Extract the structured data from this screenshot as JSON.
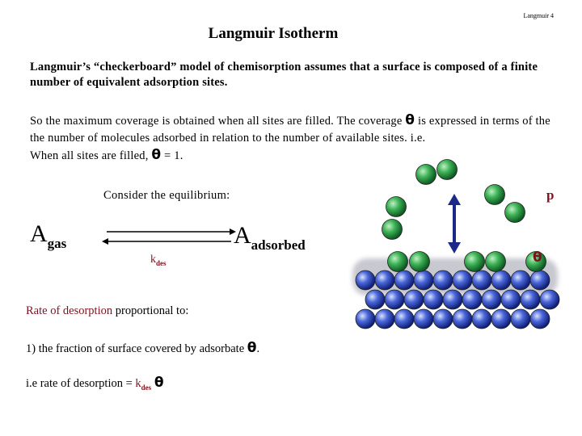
{
  "slide_number": "Langmuir 4",
  "title": "Langmuir Isotherm",
  "intro": "Langmuir’s “checkerboard” model of chemisorption assumes that a surface is composed of a finite number of equivalent adsorption sites.",
  "coverage": {
    "before": "So the maximum coverage is obtained when all sites are filled. The coverage ",
    "symbol": "θ",
    "after": " is expressed in terms of the the number of molecules adsorbed in relation to the number of available sites. i.e.",
    "filled_prefix": "When all sites are filled, ",
    "filled_symbol": "θ",
    "filled_suffix": " = 1."
  },
  "equilibrium_label": "Consider the equilibrium:",
  "gas_species": {
    "letter": "A",
    "subscript": "gas"
  },
  "adsorbed_species": {
    "letter": "A",
    "subscript": "adsorbed"
  },
  "rate_constant": {
    "letter": "k",
    "subscript": "des"
  },
  "rate_heading": {
    "highlight": "Rate of desorption",
    "rest": " proportional to:"
  },
  "rate_point_1": {
    "text": "1)  the fraction of surface covered by adsorbate ",
    "symbol": "θ",
    "end": "."
  },
  "rate_expression": {
    "prefix": "i.e rate of desorption = ",
    "k": "k",
    "k_sub": "des",
    "symbol": "θ"
  },
  "figure": {
    "pressure_label": "p",
    "coverage_label": "θ"
  },
  "colors": {
    "maroon": "#7b1420",
    "molecule_green": "#2e9c45",
    "surface_blue": "#3a55c8"
  }
}
